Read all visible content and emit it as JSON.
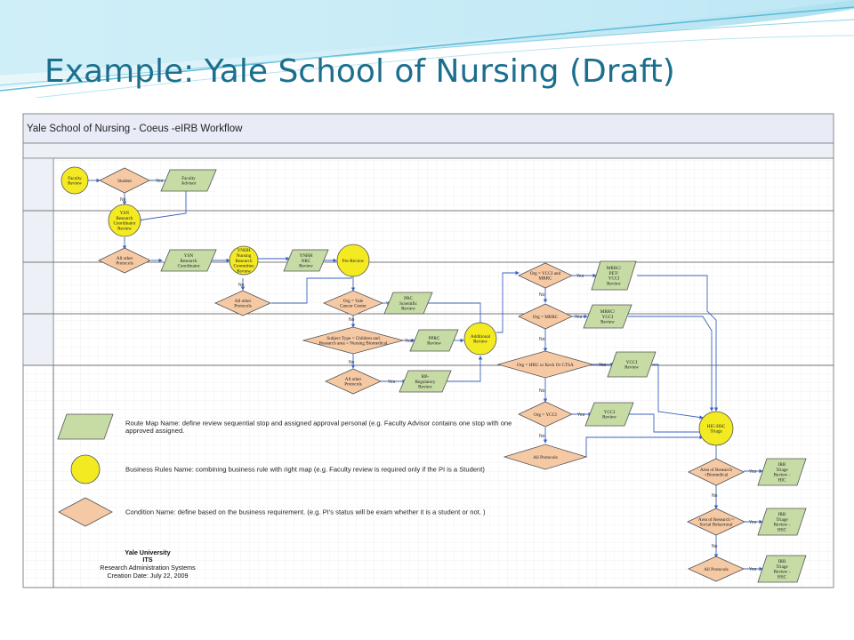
{
  "slide": {
    "title": "Example: Yale School of Nursing (Draft)"
  },
  "diagram": {
    "header": "Yale School of Nursing -  Coeus -eIRB Workflow",
    "colors": {
      "circle": "#f3ea22",
      "diamond": "#f6c9a5",
      "parallelogram": "#c7dba5",
      "line": "#3a62c4",
      "title": "#1b6f8e"
    },
    "nodes": [
      {
        "id": "faculty-review",
        "shape": "circle",
        "label": "Faculty\nReview"
      },
      {
        "id": "student",
        "shape": "diamond",
        "label": "Student"
      },
      {
        "id": "faculty-advisor",
        "shape": "parallelogram",
        "label": "Faculty\nAdvisor"
      },
      {
        "id": "ysn-rc-review",
        "shape": "circle",
        "label": "YSN\nResearch\nCoordinator\nReview"
      },
      {
        "id": "all-other-1",
        "shape": "diamond",
        "label": "All other\nProtocols"
      },
      {
        "id": "ysn-rc",
        "shape": "parallelogram",
        "label": "YSN\nResearch\nCoordinator"
      },
      {
        "id": "ynhh-nrc",
        "shape": "circle",
        "label": "YNHH\nNursing\nResearch\nCommittee\nReview"
      },
      {
        "id": "all-other-2",
        "shape": "diamond",
        "label": "All other\nProtocols"
      },
      {
        "id": "ynhh-nrc-review",
        "shape": "parallelogram",
        "label": "YNHH\nNRC\nReview"
      },
      {
        "id": "pre-review",
        "shape": "circle",
        "label": "Pre-Review"
      },
      {
        "id": "org-yale-cancer",
        "shape": "diamond",
        "label": "Org = Yale\nCancer Center"
      },
      {
        "id": "prc",
        "shape": "parallelogram",
        "label": "PRC\nScientific\nReview"
      },
      {
        "id": "subject-type",
        "shape": "diamond",
        "label": "Subject Type = Children and\nResearch area = Nursing Biomedical"
      },
      {
        "id": "pprc",
        "shape": "parallelogram",
        "label": "PPRC\nReview"
      },
      {
        "id": "additional-review",
        "shape": "circle",
        "label": "Additional\nReview"
      },
      {
        "id": "all-other-3",
        "shape": "diamond",
        "label": "All other\nProtocols"
      },
      {
        "id": "rb-regulatory",
        "shape": "parallelogram",
        "label": "RB-\nRegulatory\nReview"
      },
      {
        "id": "org-ycci-mrrc",
        "shape": "diamond",
        "label": "Org = YCCI and\nMRRC"
      },
      {
        "id": "mrrc-pet-ycci",
        "shape": "parallelogram",
        "label": "MRRC/\nPET/\nYCCI\nReview"
      },
      {
        "id": "org-mrrc",
        "shape": "diamond",
        "label": "Org = MRRC"
      },
      {
        "id": "mrrc-ycci",
        "shape": "parallelogram",
        "label": "MRRC/\nYCCI\nReview"
      },
      {
        "id": "org-hru",
        "shape": "diamond",
        "label": "Org = HRU or Keck Or CTSA"
      },
      {
        "id": "ycci-review-1",
        "shape": "parallelogram",
        "label": "YCCI\nReview"
      },
      {
        "id": "org-ycci",
        "shape": "diamond",
        "label": "Org = YCCI"
      },
      {
        "id": "ycci-review-2",
        "shape": "parallelogram",
        "label": "YCCI\nReview"
      },
      {
        "id": "all-protocols-1",
        "shape": "diamond",
        "label": "All Protocols"
      },
      {
        "id": "hic-hsc-triage",
        "shape": "circle",
        "label": "HIC-HSC\nTriage"
      },
      {
        "id": "area-biomedical",
        "shape": "diamond",
        "label": "Area of Research\n=Biomedical"
      },
      {
        "id": "irb-triage-hic",
        "shape": "parallelogram",
        "label": "IRB\nTriage\nReview -\nHIC"
      },
      {
        "id": "area-social",
        "shape": "diamond",
        "label": "Area of Research =\nSocial Behavioral"
      },
      {
        "id": "irb-triage-hsc-1",
        "shape": "parallelogram",
        "label": "IRB\nTriage\nReview -\nHSC"
      },
      {
        "id": "all-protocols-2",
        "shape": "diamond",
        "label": "All Protocols"
      },
      {
        "id": "irb-triage-hsc-2",
        "shape": "parallelogram",
        "label": "IRB\nTriage\nReview -\nHSC"
      }
    ],
    "edge_labels": {
      "yes": "Yes",
      "no": "No"
    },
    "legend": [
      {
        "shape": "parallelogram",
        "text": "Route Map Name: define review sequential stop and assigned approval personal (e.g. Faculty Advisor contains one stop with one\napproved assigned."
      },
      {
        "shape": "circle",
        "text": "Business Rules Name: combining business rule with right map (e.g. Faculty review is required only if the PI is a Student)"
      },
      {
        "shape": "diamond",
        "text": "Condition Name: define based on the business requirement. (e.g. PI's status will be exam whether it is a student or not. )"
      }
    ],
    "footer": {
      "org": "Yale University",
      "dept": "ITS",
      "group": "Research Administration Systems",
      "created": "Creation Date: July 22, 2009"
    }
  }
}
